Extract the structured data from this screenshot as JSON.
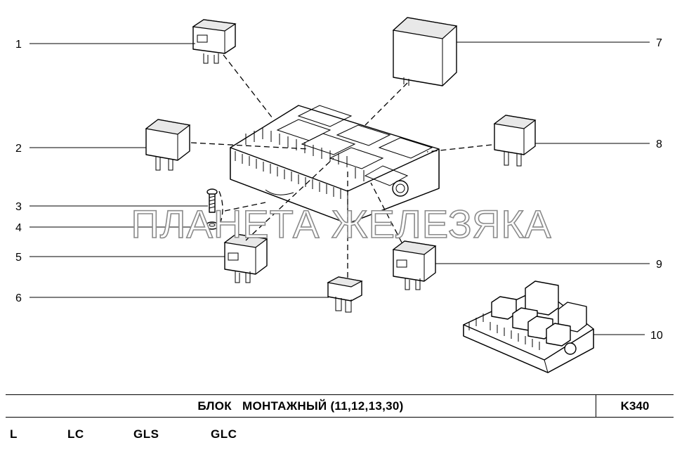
{
  "diagram": {
    "callouts": [
      "1",
      "2",
      "3",
      "4",
      "5",
      "6",
      "7",
      "8",
      "9",
      "10"
    ],
    "watermark": "ПЛАНЕТА ЖЕЛЕЗЯКА"
  },
  "title_block": {
    "title": "БЛОК   МОНТАЖНЫЙ (11,12,13,30)",
    "code": "K340"
  },
  "variants": [
    "L",
    "LC",
    "GLS",
    "GLC"
  ]
}
